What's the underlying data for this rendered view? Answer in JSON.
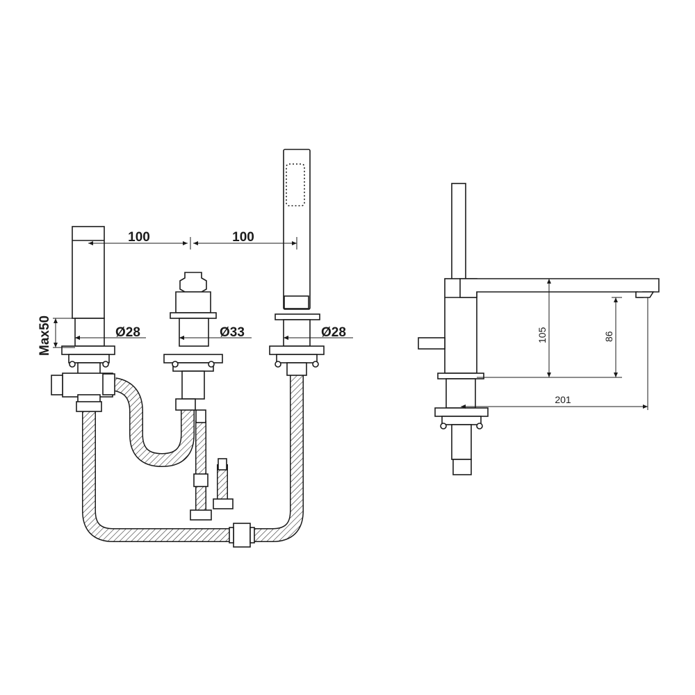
{
  "front_view": {
    "spacing_left": "100",
    "spacing_right": "100",
    "max_thickness": "Max50",
    "diameter_left": "Ø28",
    "diameter_center": "Ø33",
    "diameter_right": "Ø28"
  },
  "side_view": {
    "height_total": "105",
    "height_spout": "86",
    "spout_reach": "201"
  },
  "colors": {
    "line": "#1a1a1a",
    "background": "#ffffff"
  }
}
